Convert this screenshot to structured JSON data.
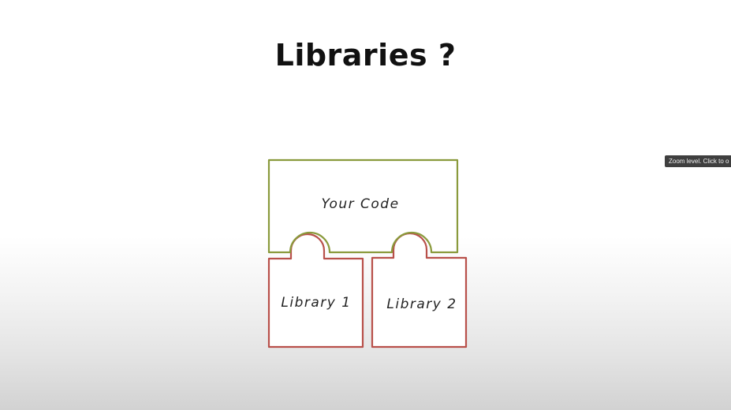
{
  "slide": {
    "title": "Libraries ?"
  },
  "diagram": {
    "your_code_label": "Your Code",
    "library1_label": "Library 1",
    "library2_label": "Library 2"
  },
  "tooltip": {
    "text": "Zoom level. Click to o"
  },
  "colors": {
    "your_code_outline": "#8a9a3c",
    "library_outline": "#b8504a",
    "title_text": "#111111",
    "tooltip_bg": "#3f3f3f"
  }
}
